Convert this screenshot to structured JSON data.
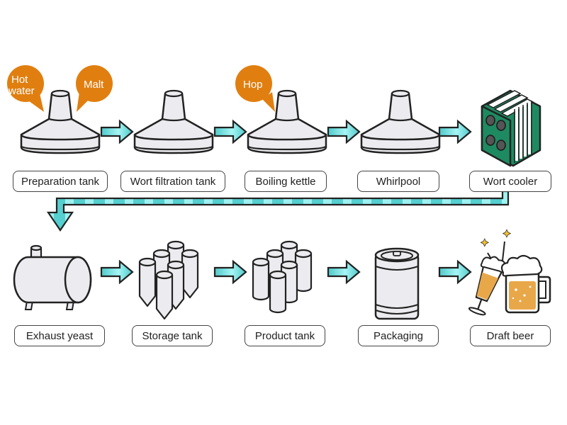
{
  "title": "Beer brewing process",
  "colors": {
    "arrow_fill": "#5fd6d6",
    "arrow_highlight": "#9ff3f3",
    "ingredient_bubble": "#e07f10",
    "tank_fill": "#ecebef",
    "outline": "#222222",
    "cooler_green": "#1e8a62",
    "beer": "#e8a84a"
  },
  "row1": [
    {
      "id": "preparation",
      "label": "Preparation tank",
      "icon": "mash-tun-icon"
    },
    {
      "id": "wort-filtration",
      "label": "Wort filtration tank",
      "icon": "lauter-tun-icon"
    },
    {
      "id": "boiling",
      "label": "Boiling kettle",
      "icon": "kettle-icon"
    },
    {
      "id": "whirlpool",
      "label": "Whirlpool",
      "icon": "whirlpool-tank-icon"
    },
    {
      "id": "wort-cooler",
      "label": "Wort cooler",
      "icon": "plate-heat-exchanger-icon"
    }
  ],
  "row2": [
    {
      "id": "exhaust-yeast",
      "label": "Exhaust yeast",
      "icon": "horizontal-tank-icon"
    },
    {
      "id": "storage",
      "label": "Storage tank",
      "icon": "conical-tanks-icon"
    },
    {
      "id": "product",
      "label": "Product tank",
      "icon": "cylinder-tanks-icon"
    },
    {
      "id": "packaging",
      "label": "Packaging",
      "icon": "keg-icon"
    },
    {
      "id": "draft-beer",
      "label": "Draft beer",
      "icon": "beer-mugs-icon"
    }
  ],
  "ingredients": {
    "hot_water": [
      "Hot",
      "water"
    ],
    "malt": "Malt",
    "hop": "Hop"
  }
}
